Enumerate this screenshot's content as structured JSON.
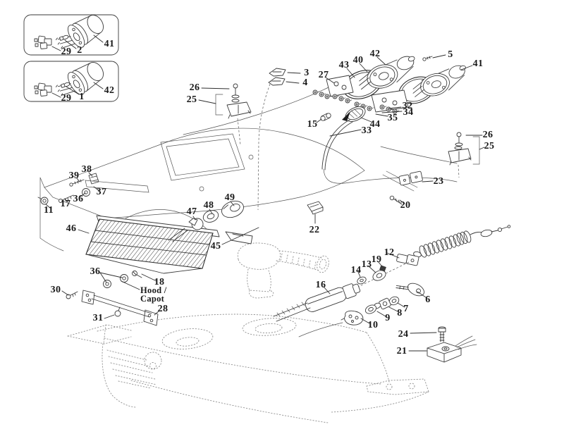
{
  "diagram": {
    "type": "exploded-parts-diagram",
    "background_color": "#ffffff",
    "line_color": "#3a3a3a",
    "label_color": "#191919",
    "hood_label_line1": "Hood /",
    "hood_label_line2": "Capot",
    "callouts": {
      "1": "1",
      "2": "2",
      "3": "3",
      "4": "4",
      "5": "5",
      "6": "6",
      "7": "7",
      "8": "8",
      "9": "9",
      "10": "10",
      "11": "11",
      "12": "12",
      "13": "13",
      "14": "14",
      "15": "15",
      "16": "16",
      "17": "17",
      "18": "18",
      "19": "19",
      "20": "20",
      "21": "21",
      "22": "22",
      "23": "23",
      "24": "24",
      "25": "25",
      "26": "26",
      "27": "27",
      "28": "28",
      "29": "29",
      "30": "30",
      "31": "31",
      "32": "32",
      "33": "33",
      "34": "34",
      "35": "35",
      "36": "36",
      "37": "37",
      "38": "38",
      "39": "39",
      "40": "40",
      "41": "41",
      "42": "42",
      "43": "43",
      "44": "44",
      "45": "45",
      "46": "46",
      "47": "47",
      "48": "48",
      "49": "49"
    }
  }
}
